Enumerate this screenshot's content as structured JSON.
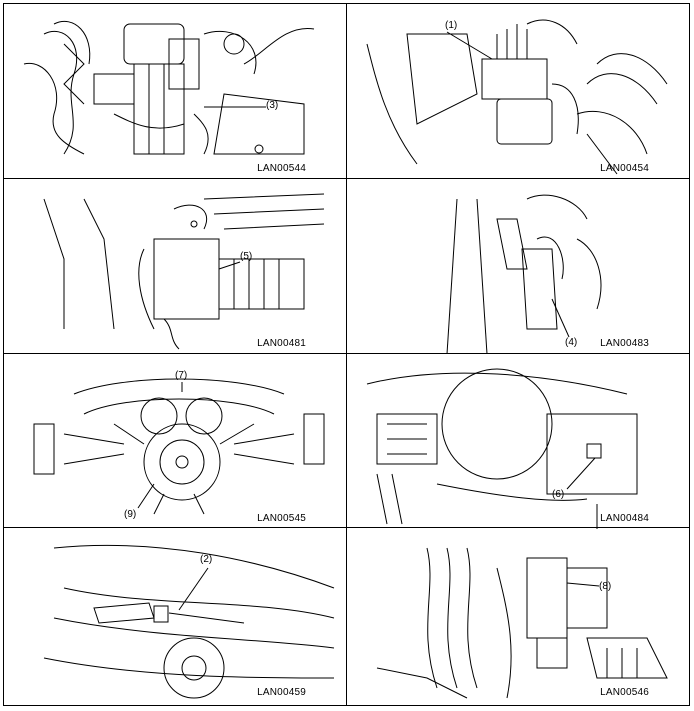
{
  "figures": [
    {
      "code": "LAN00544",
      "callouts": [
        "(3)"
      ]
    },
    {
      "code": "LAN00454",
      "callouts": [
        "(1)"
      ]
    },
    {
      "code": "LAN00481",
      "callouts": [
        "(5)"
      ]
    },
    {
      "code": "LAN00483",
      "callouts": [
        "(4)"
      ]
    },
    {
      "code": "LAN00545",
      "callouts": [
        "(7)",
        "(9)"
      ]
    },
    {
      "code": "LAN00484",
      "callouts": [
        "(6)"
      ]
    },
    {
      "code": "LAN00459",
      "callouts": [
        "(2)"
      ]
    },
    {
      "code": "LAN00546",
      "callouts": [
        "(8)"
      ]
    }
  ]
}
